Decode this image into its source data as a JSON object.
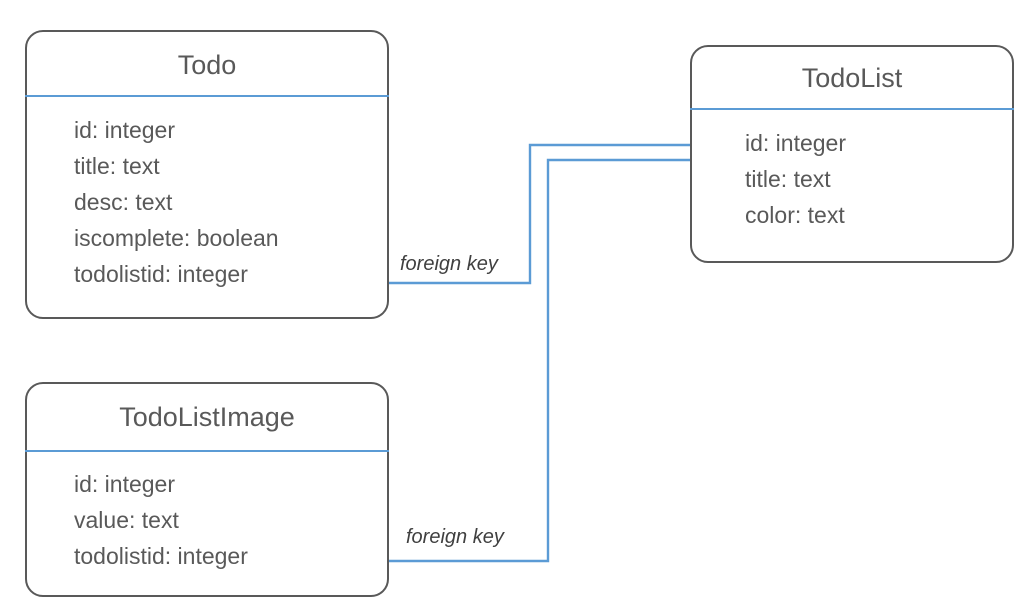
{
  "diagram": {
    "type": "entity-relationship-diagram",
    "colors": {
      "entity_border": "#595959",
      "entity_fill": "#ffffff",
      "divider": "#5B9BD5",
      "connector": "#5B9BD5",
      "text": "#595959",
      "label_text": "#404040",
      "background": "#ffffff"
    },
    "entities": [
      {
        "name": "Todo",
        "fields": [
          "id: integer",
          "title: text",
          "desc: text",
          "iscomplete: boolean",
          "todolistid: integer"
        ]
      },
      {
        "name": "TodoList",
        "fields": [
          "id: integer",
          "title: text",
          "color: text"
        ]
      },
      {
        "name": "TodoListImage",
        "fields": [
          "id: integer",
          "value: text",
          "todolistid: integer"
        ]
      }
    ],
    "relationships": [
      {
        "label": "foreign key",
        "from_entity": "Todo",
        "from_field": "todolistid: integer",
        "to_entity": "TodoList",
        "to_field": "id: integer",
        "arrow": "arrowhead-icon"
      },
      {
        "label": "foreign key",
        "from_entity": "TodoListImage",
        "from_field": "todolistid: integer",
        "to_entity": "TodoList",
        "to_field": "id: integer",
        "arrow": "arrowhead-icon"
      }
    ]
  }
}
